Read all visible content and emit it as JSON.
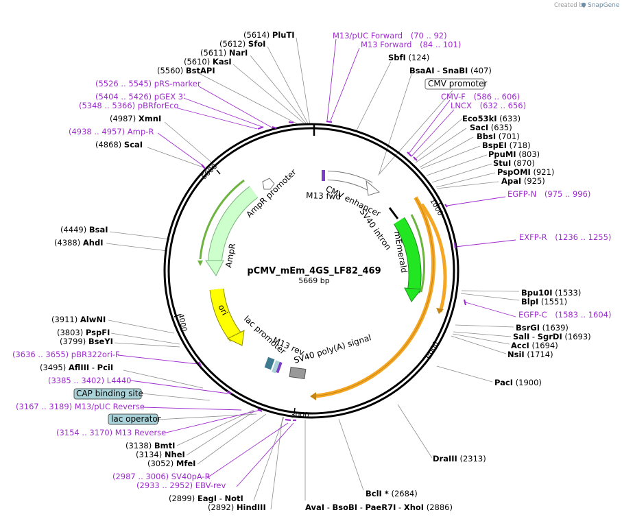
{
  "credit": {
    "prefix": "Created by",
    "brand": "SnapGene"
  },
  "plasmid": {
    "name": "pCMV_mEm_4GS_LF82_469",
    "size_label": "5669 bp"
  },
  "ticks": [
    "1000",
    "2000",
    "3000",
    "4000",
    "5000"
  ],
  "features": {
    "cmv_enhancer": "CMV enhancer",
    "m13_fwd": "M13 fwd",
    "sv40_intron": "SV40 intron",
    "memerald": "mEmerald",
    "sv40_polya": "SV40 poly(A) signal",
    "m13_rev": "M13 rev",
    "lac_promoter": "lac promoter",
    "ori": "ori",
    "ampr": "AmpR",
    "ampr_promoter": "AmpR promoter"
  },
  "boxes": {
    "cmv_promoter": "CMV promoter",
    "cap_site": "CAP binding site",
    "lac_operator": "lac operator"
  },
  "sites_right": [
    {
      "pos": "",
      "name": "PluTI",
      "pos2": "(5614)"
    },
    {
      "name": "SbfI",
      "pos": "(124)"
    },
    {
      "name": "BsaAI",
      "sep": "-",
      "name2": "SnaBI",
      "pos": "(407)"
    },
    {
      "name": "Eco53kI",
      "pos": "(633)"
    },
    {
      "name": "SacI",
      "pos": "(635)"
    },
    {
      "name": "BbsI",
      "pos": "(701)"
    },
    {
      "name": "BspEI",
      "pos": "(718)"
    },
    {
      "name": "PpuMI",
      "pos": "(803)"
    },
    {
      "name": "StuI",
      "pos": "(870)"
    },
    {
      "name": "PspOMI",
      "pos": "(921)"
    },
    {
      "name": "ApaI",
      "pos": "(925)"
    },
    {
      "name": "Bpu10I",
      "pos": "(1533)"
    },
    {
      "name": "BlpI",
      "pos": "(1551)"
    },
    {
      "name": "BsrGI",
      "pos": "(1639)"
    },
    {
      "name": "SalI",
      "sep": "-",
      "name2": "SgrDI",
      "pos": "(1693)"
    },
    {
      "name": "AccI",
      "pos": "(1694)"
    },
    {
      "name": "NsiI",
      "pos": "(1714)"
    },
    {
      "name": "PacI",
      "pos": "(1900)"
    },
    {
      "name": "DraIII",
      "pos": "(2313)"
    },
    {
      "name": "BclI *",
      "pos": "(2684)"
    },
    {
      "name": "AvaI",
      "sep": "-",
      "name2": "BsoBI",
      "sep2": "-",
      "name3": "PaeR7I",
      "sep3": "-",
      "name4": "XhoI",
      "pos": "(2886)"
    }
  ],
  "sites_left": [
    {
      "pos": "(5614)",
      "name": "PluTI"
    },
    {
      "pos": "(5612)",
      "name": "SfoI"
    },
    {
      "pos": "(5611)",
      "name": "NarI"
    },
    {
      "pos": "(5610)",
      "name": "KasI"
    },
    {
      "pos": "(5560)",
      "name": "BstAPI"
    },
    {
      "pos": "(4987)",
      "name": "XmnI"
    },
    {
      "pos": "(4868)",
      "name": "ScaI"
    },
    {
      "pos": "(4449)",
      "name": "BsaI"
    },
    {
      "pos": "(4388)",
      "name": "AhdI"
    },
    {
      "pos": "(3911)",
      "name": "AlwNI"
    },
    {
      "pos": "(3803)",
      "name": "PspFI"
    },
    {
      "pos": "(3799)",
      "name": "BseYI"
    },
    {
      "pos": "(3495)",
      "name": "AflIII",
      "sep": "-",
      "name2": "PciI"
    },
    {
      "pos": "(3138)",
      "name": "BmtI"
    },
    {
      "pos": "(3134)",
      "name": "NheI"
    },
    {
      "pos": "(3052)",
      "name": "MfeI"
    },
    {
      "pos": "(2899)",
      "name": "EagI",
      "sep": "-",
      "name2": "NotI"
    },
    {
      "pos": "(2892)",
      "name": "HindIII"
    }
  ],
  "primers": {
    "m13puc_fwd": {
      "name": "M13/pUC Forward",
      "range": "(70 .. 92)"
    },
    "m13_forward": {
      "name": "M13 Forward",
      "range": "(84 .. 101)"
    },
    "cmv_f": {
      "name": "CMV-F",
      "range": "(586 .. 606)"
    },
    "lncx": {
      "name": "LNCX",
      "range": "(632 .. 656)"
    },
    "egfp_n": {
      "name": "EGFP-N",
      "range": "(975 .. 996)"
    },
    "exfp_r": {
      "name": "EXFP-R",
      "range": "(1236 .. 1255)"
    },
    "egfp_c": {
      "name": "EGFP-C",
      "range": "(1583 .. 1604)"
    },
    "prs_marker": {
      "range": "(5526 .. 5545)",
      "name": "pRS-marker"
    },
    "pgex3": {
      "range": "(5404 .. 5426)",
      "name": "pGEX 3'"
    },
    "pbrforeco": {
      "range": "(5348 .. 5366)",
      "name": "pBRforEco"
    },
    "amp_r": {
      "range": "(4938 .. 4957)",
      "name": "Amp-R"
    },
    "pbr322ori": {
      "range": "(3636 .. 3655)",
      "name": "pBR322ori-F"
    },
    "l4440": {
      "range": "(3385 .. 3402)",
      "name": "L4440"
    },
    "m13puc_rev": {
      "range": "(3167 .. 3189)",
      "name": "M13/pUC Reverse"
    },
    "m13_reverse": {
      "range": "(3154 .. 3170)",
      "name": "M13 Reverse"
    },
    "sv40pa_r": {
      "range": "(2987 .. 3006)",
      "name": "SV40pA-R"
    },
    "ebv_rev": {
      "range": "(2933 .. 2952)",
      "name": "EBV-rev"
    }
  },
  "colors": {
    "primer": "#9e2bcf",
    "memerald": "#22e622",
    "ori": "#ffff00",
    "ampr": "#ccffcc",
    "orf": "#f5a623",
    "box": "#a9d3d9"
  }
}
